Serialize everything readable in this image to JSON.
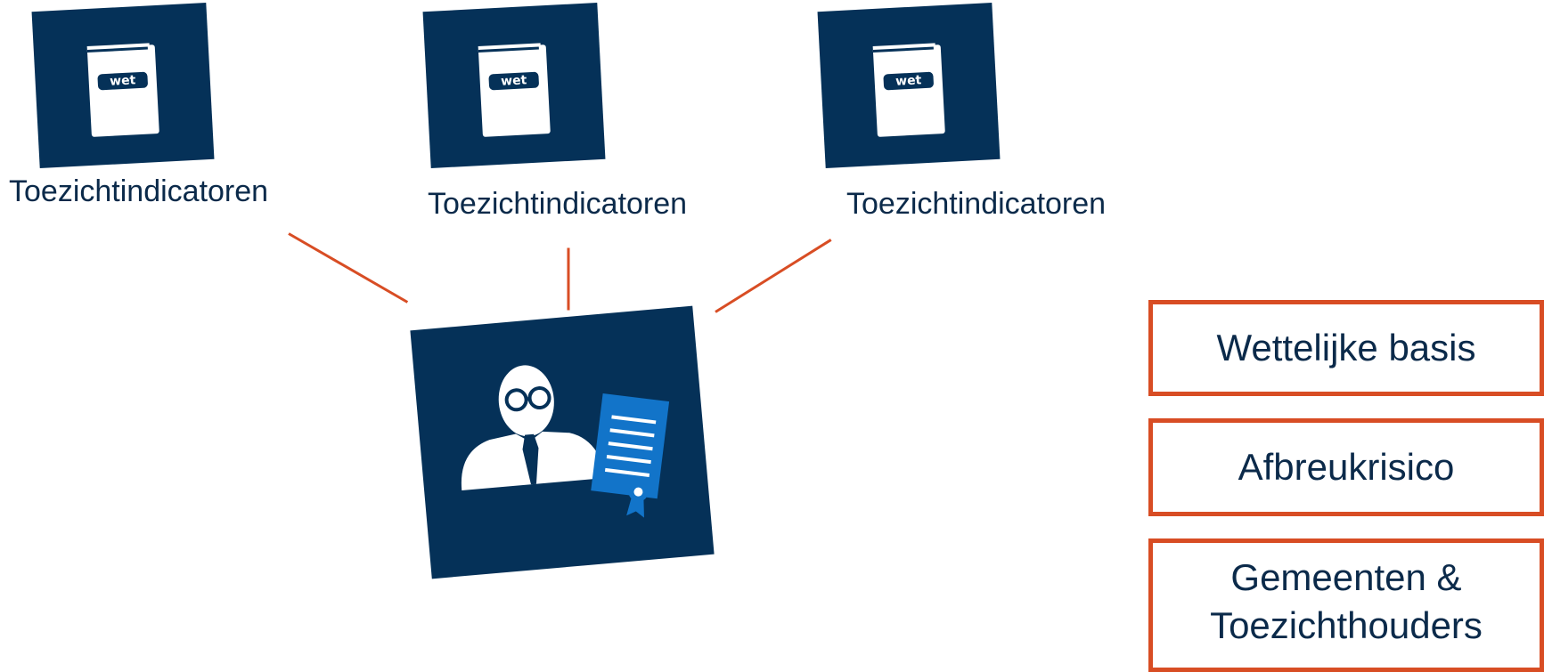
{
  "colors": {
    "navy": "#053158",
    "accent": "#d84d24",
    "blue": "#1274c9"
  },
  "books": [
    {
      "badge": "wet",
      "label": "Toezichtindicatoren"
    },
    {
      "badge": "wet",
      "label": "Toezichtindicatoren"
    },
    {
      "badge": "wet",
      "label": "Toezichtindicatoren"
    }
  ],
  "icons": {
    "book": "law-book-icon",
    "inspector": "inspector-with-certificate-icon"
  },
  "boxes": [
    {
      "lines": [
        "Wettelijke basis"
      ]
    },
    {
      "lines": [
        "Afbreukrisico"
      ]
    },
    {
      "lines": [
        "Gemeenten &",
        "Toezichthouders"
      ]
    }
  ]
}
